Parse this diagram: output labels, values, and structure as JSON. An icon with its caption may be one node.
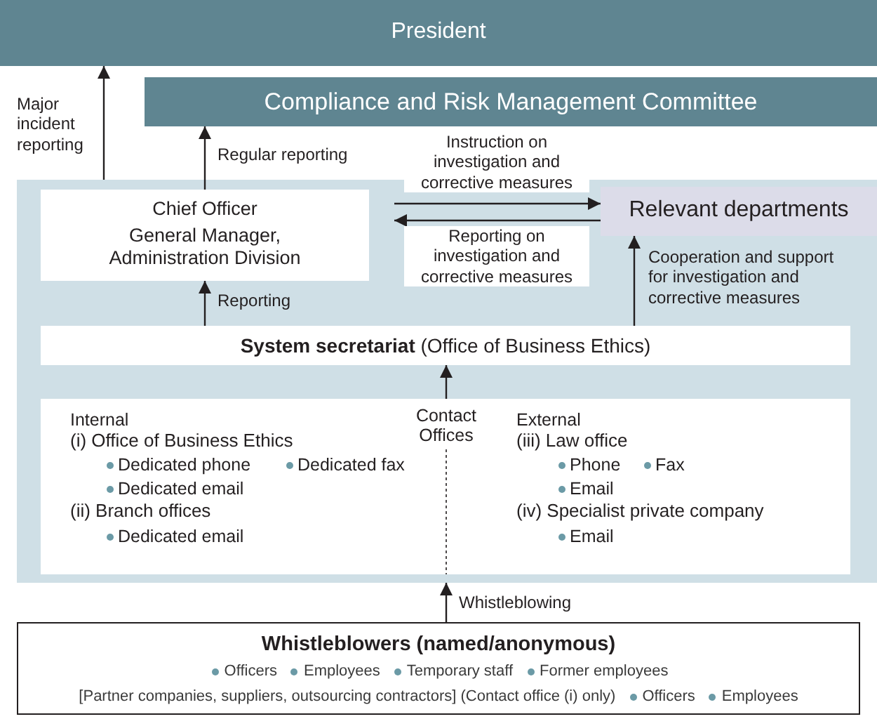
{
  "diagram": {
    "nodes": [
      {
        "text": [
          "President"
        ]
      },
      {
        "text": [
          "Compliance and Risk Management Committee"
        ]
      },
      {
        "text": [],
        "shape": "box"
      },
      {
        "text": [
          "Chief Officer",
          "General Manager, Administration Division"
        ],
        "in": 2
      },
      {
        "text": [
          "Relevant departments"
        ],
        "in": 2
      },
      {
        "text": [
          "**System secretariat** (Office of Business Ethics)"
        ],
        "in": 2
      },
      {
        "text": [
          "Internal",
          "(i) Office of Business Ethics",
          "Dedicated phone",
          "Dedicated fax",
          "Dedicated email",
          "(ii) Branch offices",
          "Dedicated email",
          "Contact Offices",
          "External",
          "(iii) Law office",
          "Phone",
          "Fax",
          "Email",
          "(iv) Specialist private company",
          "Email"
        ],
        "in": 2
      },
      {
        "text": [
          "Whistleblowers (named/anonymous)",
          "Officers",
          "Employees",
          "Temporary staff",
          "Former employees",
          "[Partner companies, suppliers, outsourcing contractors] (Contact office (i) only)",
          "Officers",
          "Employees"
        ]
      }
    ],
    "edges": [
      {
        "from": 2,
        "to": 0,
        "arrow": "to",
        "label": "Major incident reporting"
      },
      {
        "from": 3,
        "to": 1,
        "arrow": "to",
        "label": "Regular reporting"
      },
      {
        "from": 3,
        "to": 4,
        "arrow": "to",
        "label": "Instruction on investigation and corrective measures"
      },
      {
        "from": 4,
        "to": 3,
        "arrow": "to",
        "label": "Reporting on investigation and corrective measures"
      },
      {
        "from": 5,
        "to": 3,
        "arrow": "to",
        "label": "Reporting"
      },
      {
        "from": 5,
        "to": 4,
        "arrow": "to",
        "label": "Cooperation and support for investigation and corrective measures"
      },
      {
        "from": 6,
        "to": 5,
        "arrow": "to"
      },
      {
        "from": 7,
        "to": 2,
        "arrow": "to",
        "label": "Whistleblowing"
      }
    ]
  }
}
